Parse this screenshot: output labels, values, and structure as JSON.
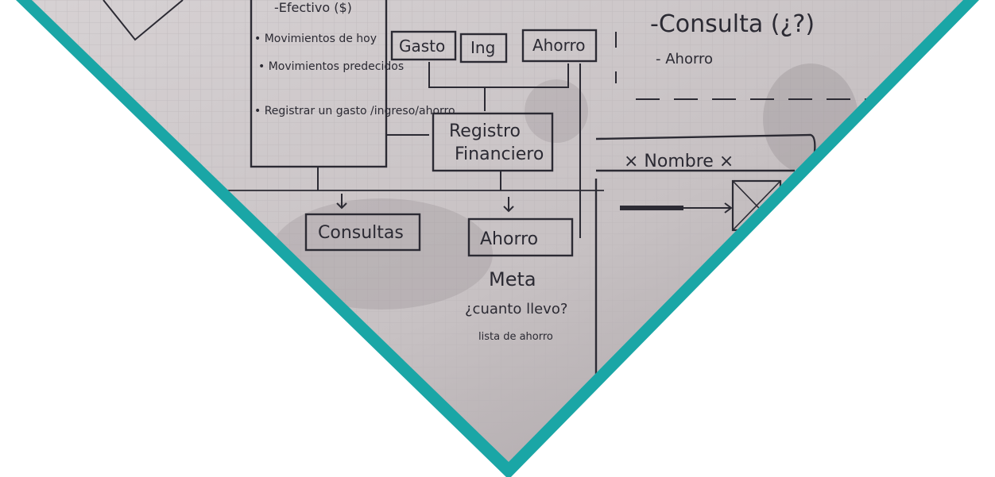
{
  "colors": {
    "frame_teal": "#1aa6a6",
    "board": "#c9c4c6",
    "ink": "#2b2a33",
    "background": "#ffffff"
  },
  "whiteboard": {
    "left_menu": {
      "top_item": "-Efectivo ($)",
      "items": [
        "• Movimientos de hoy",
        "• Movimientos predecidos",
        "• Registrar un gasto /ingreso/ahorro"
      ]
    },
    "top_boxes": [
      "Gasto",
      "Ing",
      "Ahorro"
    ],
    "center_box": [
      "Registro",
      "Financiero"
    ],
    "bottom_boxes": [
      "Consultas",
      "Ahorro"
    ],
    "below_ahorro": [
      "Meta",
      "¿cuanto llevo?",
      "lista de ahorro"
    ],
    "right_list": [
      "-Consulta (¿?)",
      "- Ahorro"
    ],
    "right_panel_title": "× Nombre ×"
  }
}
